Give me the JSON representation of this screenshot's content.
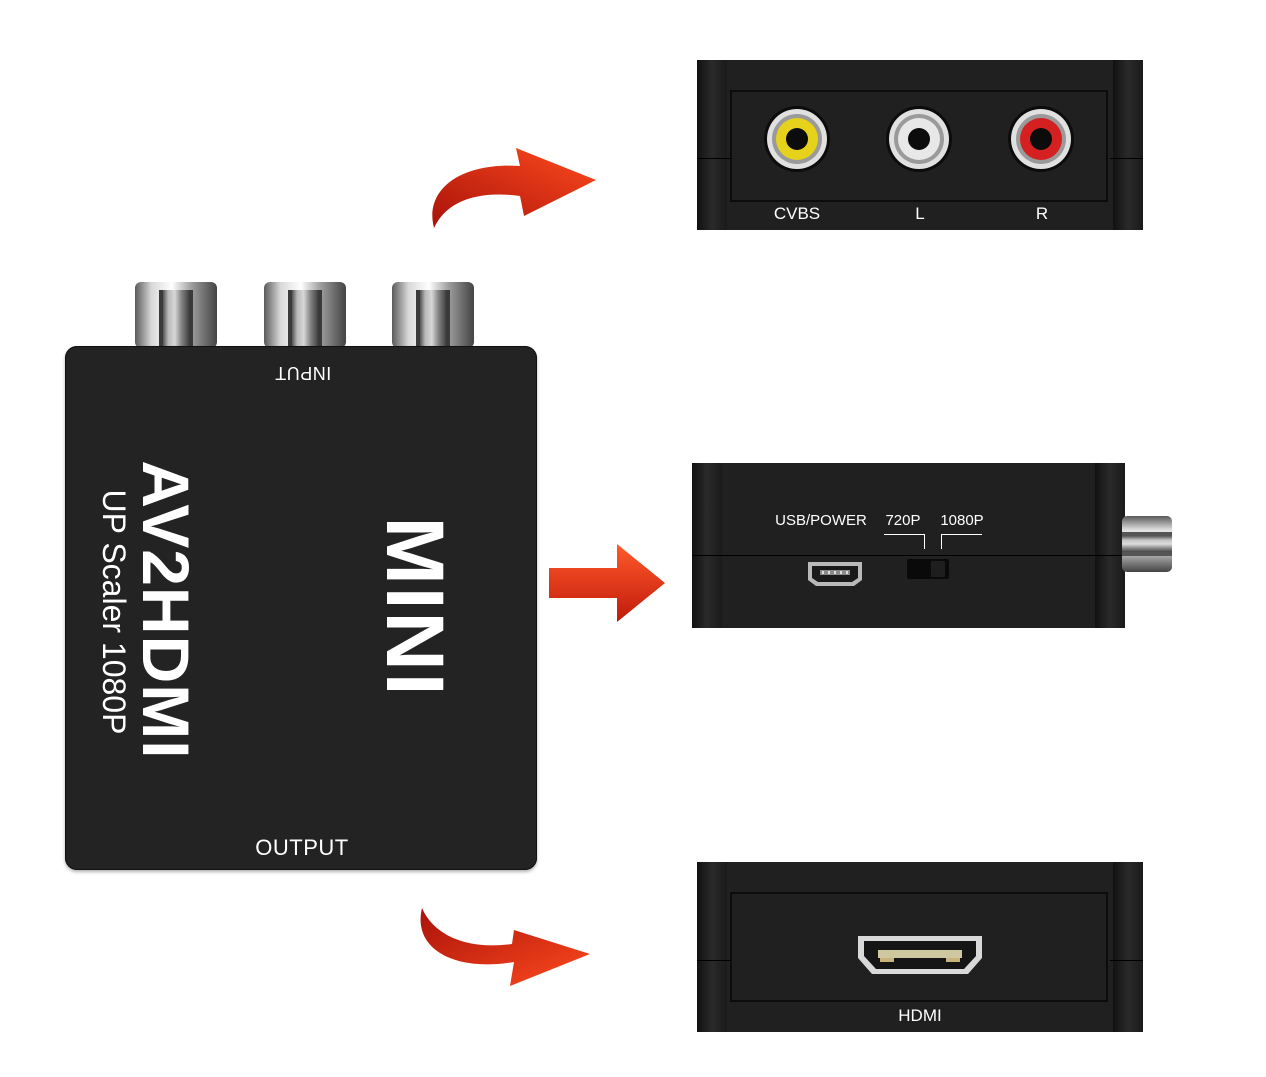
{
  "device": {
    "input_label": "INPUT",
    "output_label": "OUTPUT",
    "model_label": "AV2HDMI",
    "subtitle_label": "UP Scaler 1080P",
    "brand_label": "MINI"
  },
  "panels": {
    "input": {
      "ports": [
        {
          "label": "CVBS",
          "color": "#e6d21a"
        },
        {
          "label": "L",
          "color": "#e8e8e8"
        },
        {
          "label": "R",
          "color": "#d42020"
        }
      ]
    },
    "side": {
      "usb_label": "USB/POWER",
      "switch_low_label": "720P",
      "switch_high_label": "1080P"
    },
    "output": {
      "port_label": "HDMI"
    }
  },
  "colors": {
    "arrow": "#e02a10",
    "device_body": "#232323"
  },
  "icons": [
    "curved-arrow-icon",
    "straight-arrow-icon",
    "rca-connector-icon",
    "usb-port-icon",
    "hdmi-port-icon"
  ]
}
